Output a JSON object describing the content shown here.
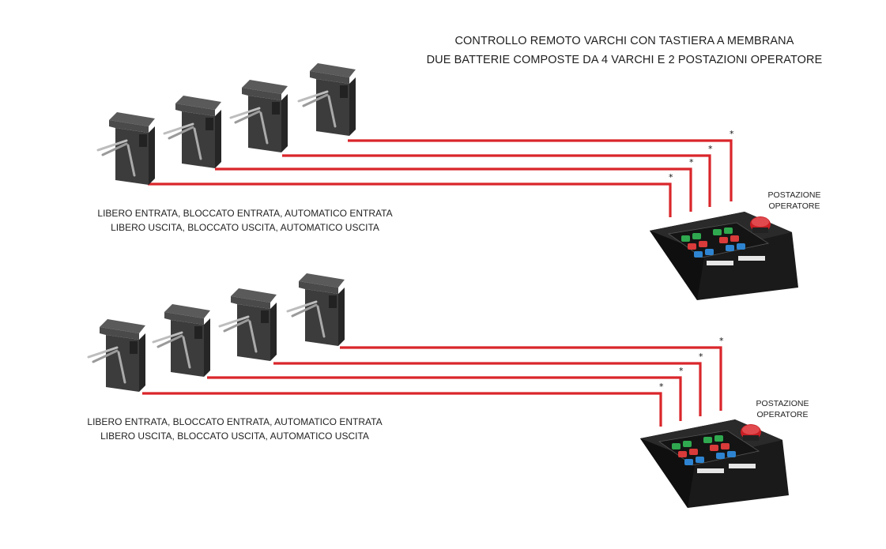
{
  "title": {
    "line1": "CONTROLLO REMOTO VARCHI CON TASTIERA A MEMBRANA",
    "line2": "DUE BATTERIE COMPOSTE DA 4 VARCHI E 2 POSTAZIONI OPERATORE"
  },
  "batteries": [
    {
      "modes_line1": "LIBERO ENTRATA, BLOCCATO ENTRATA, AUTOMATICO ENTRATA",
      "modes_line2": "LIBERO USCITA, BLOCCATO USCITA, AUTOMATICO USCITA",
      "station_line1": "POSTAZIONE",
      "station_line2": "OPERATORE",
      "gates": 4,
      "cable_marker": "*"
    },
    {
      "modes_line1": "LIBERO ENTRATA, BLOCCATO ENTRATA, AUTOMATICO ENTRATA",
      "modes_line2": "LIBERO USCITA, BLOCCATO USCITA, AUTOMATICO USCITA",
      "station_line1": "POSTAZIONE",
      "station_line2": "OPERATORE",
      "gates": 4,
      "cable_marker": "*"
    }
  ],
  "colors": {
    "cable": "#d9262b",
    "turnstile_body": "#3c3c3c",
    "turnstile_top": "#5a5a5a",
    "console_body": "#1a1a1a",
    "key_green": "#2fa84f",
    "key_red": "#d93a3a",
    "key_blue": "#2e84d0",
    "emergency_button": "#c81e24"
  },
  "icons": [
    "turnstile-icon",
    "operator-console-icon",
    "emergency-stop-icon"
  ]
}
